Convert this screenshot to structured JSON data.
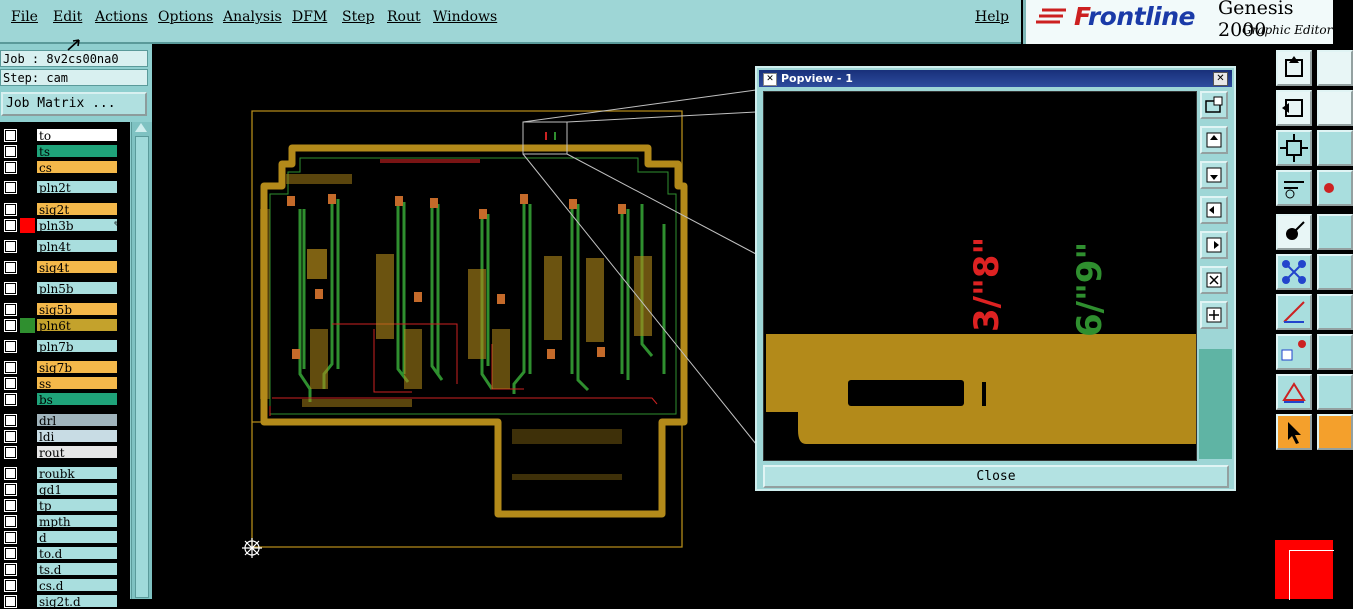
{
  "menu": [
    {
      "label": "File"
    },
    {
      "label": "Edit"
    },
    {
      "label": "Actions"
    },
    {
      "label": "Options"
    },
    {
      "label": "Analysis"
    },
    {
      "label": "DFM"
    },
    {
      "label": "Step"
    },
    {
      "label": "Rout"
    },
    {
      "label": "Windows"
    },
    {
      "label": "Help"
    }
  ],
  "logo": {
    "brand_f": "F",
    "brand_rest": "rontline",
    "product": "Genesis 2000",
    "subtitle": "Graphic Editor"
  },
  "job": {
    "job_line": "Job : 8v2cs00na0",
    "step_line": "Step: cam",
    "matrix_button": "Job Matrix ..."
  },
  "layers": [
    {
      "name": "to",
      "color": "#ffffff",
      "ic": "✎"
    },
    {
      "name": "ts",
      "color": "#1fa37a",
      "ic": "✎"
    },
    {
      "name": "cs",
      "color": "#f4b84a",
      "ic": "✎"
    },
    {
      "name": "pln2t",
      "color": "#a9dede",
      "ic": ""
    },
    {
      "name": "sig2t",
      "color": "#f4b84a",
      "ic": "✎"
    },
    {
      "name": "pln3b",
      "color": "#a9dede",
      "ic": "✎⊞",
      "active": true
    },
    {
      "name": "pln4t",
      "color": "#a9dede",
      "ic": ""
    },
    {
      "name": "sig4t",
      "color": "#f4b84a",
      "ic": "✎"
    },
    {
      "name": "pln5b",
      "color": "#a9dede",
      "ic": ""
    },
    {
      "name": "sig5b",
      "color": "#f4b84a",
      "ic": "✎"
    },
    {
      "name": "pln6t",
      "color": "#c4a22c",
      "ic": "✎",
      "swatch": "#2f8f2f"
    },
    {
      "name": "pln7b",
      "color": "#a9dede",
      "ic": ""
    },
    {
      "name": "sig7b",
      "color": "#f4b84a",
      "ic": "✎"
    },
    {
      "name": "ss",
      "color": "#f4b84a",
      "ic": "✎"
    },
    {
      "name": "bs",
      "color": "#1fa37a",
      "ic": "✎"
    },
    {
      "name": "drl",
      "color": "#a0b4bc",
      "ic": ""
    },
    {
      "name": "ldi",
      "color": "#c8dce4",
      "ic": ""
    },
    {
      "name": "rout",
      "color": "#e6e6e6",
      "ic": ""
    },
    {
      "name": "roubk",
      "color": "#a9dede",
      "ic": ""
    },
    {
      "name": "gd1",
      "color": "#a9dede",
      "ic": "✎"
    },
    {
      "name": "tp",
      "color": "#a9dede",
      "ic": "✎"
    },
    {
      "name": "mpth",
      "color": "#a9dede",
      "ic": ""
    },
    {
      "name": "d",
      "color": "#a9dede",
      "ic": ""
    },
    {
      "name": "to.d",
      "color": "#a9dede",
      "ic": "✎"
    },
    {
      "name": "ts.d",
      "color": "#a9dede",
      "ic": "✎"
    },
    {
      "name": "cs.d",
      "color": "#a9dede",
      "ic": "✎"
    },
    {
      "name": "sig2t.d",
      "color": "#a9dede",
      "ic": ""
    }
  ],
  "popview": {
    "title": "Popview - 1",
    "close_button": "Close",
    "marker_red": "3/\"8\"",
    "marker_green": "6/\"9\""
  },
  "colors": {
    "board": "#b38a1a",
    "trace_green": "#2f8f2f",
    "trace_red": "#cc2222",
    "panel": "#9ed6d6"
  }
}
